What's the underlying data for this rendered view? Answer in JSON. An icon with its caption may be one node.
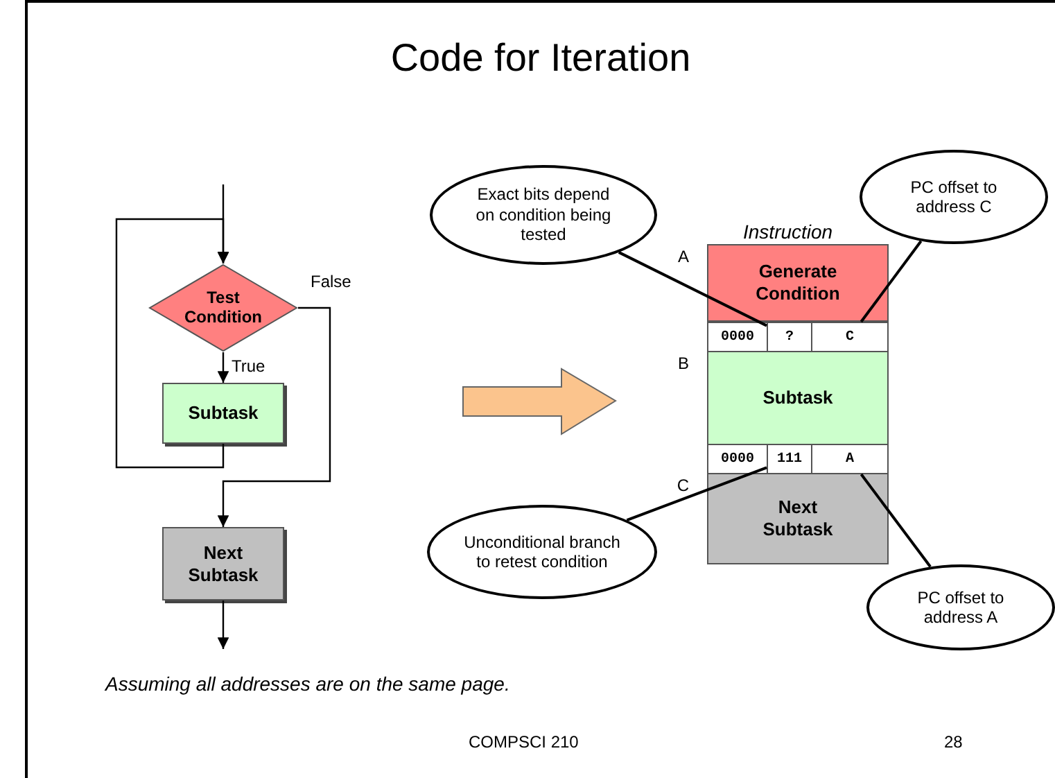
{
  "diagram": {
    "title": "Code for Iteration",
    "nodes": [
      {
        "text": [
          "Test Condition"
        ]
      },
      {
        "text": [
          "Subtask"
        ]
      },
      {
        "text": [
          "Next Subtask"
        ]
      },
      {
        "text": [
          "Generate Condition"
        ],
        "beside": [
          "A"
        ]
      },
      {
        "text": [
          "0000"
        ]
      },
      {
        "text": [
          "?"
        ]
      },
      {
        "text": [
          "C"
        ]
      },
      {
        "text": [
          "Subtask"
        ],
        "beside": [
          "B"
        ]
      },
      {
        "text": [
          "0000"
        ]
      },
      {
        "text": [
          "111"
        ]
      },
      {
        "text": [
          "A"
        ]
      },
      {
        "text": [
          "Next Subtask"
        ],
        "beside": [
          "C"
        ]
      },
      {
        "text": [
          "Exact bits depend on condition being tested"
        ]
      },
      {
        "text": [
          "PC offset to address C"
        ]
      },
      {
        "text": [
          "Unconditional branch to retest condition"
        ]
      },
      {
        "text": [
          "PC offset to address A"
        ]
      }
    ],
    "edges": [
      {
        "from": null,
        "to": 0,
        "arrow": "to"
      },
      {
        "from": 0,
        "to": 1,
        "arrow": "to",
        "label": "True"
      },
      {
        "from": 1,
        "to": 0,
        "arrow": "to"
      },
      {
        "from": 0,
        "to": 2,
        "arrow": "to",
        "label": "False"
      },
      {
        "from": 2,
        "to": null,
        "arrow": "to"
      },
      {
        "from": 12,
        "to": 5,
        "arrow": "none"
      },
      {
        "from": 13,
        "to": 6,
        "arrow": "none"
      },
      {
        "from": 14,
        "to": 9,
        "arrow": "none"
      },
      {
        "from": 15,
        "to": 10,
        "arrow": "none"
      }
    ],
    "labels": [
      "Instruction",
      "Assuming all addresses are on the same page.",
      "COMPSCI 210",
      "28"
    ]
  }
}
